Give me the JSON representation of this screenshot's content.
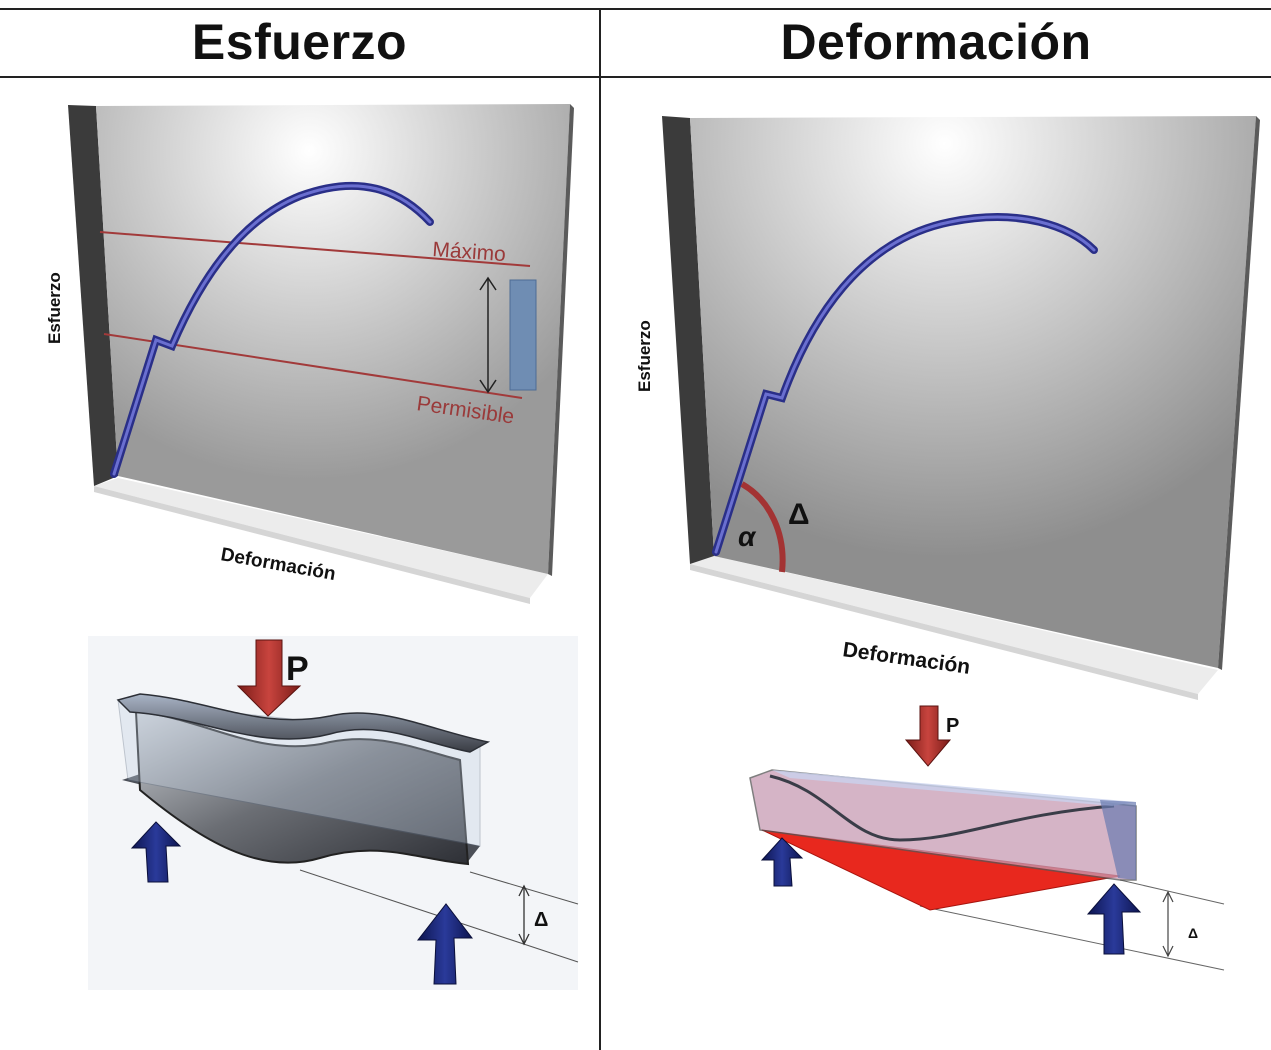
{
  "header": {
    "left_title": "Esfuerzo",
    "right_title": "Deformación"
  },
  "left_panel": {
    "graph": {
      "y_axis_label": "Esfuerzo",
      "x_axis_label": "Deformación",
      "line_max_label": "Máximo",
      "line_allowable_label": "Permisible"
    },
    "beam": {
      "load_label": "P",
      "deflection_symbol": "Δ"
    }
  },
  "right_panel": {
    "graph": {
      "y_axis_label": "Esfuerzo",
      "x_axis_label": "Deformación",
      "angle_symbol": "α",
      "delta_symbol": "Δ"
    },
    "beam": {
      "load_label": "P",
      "deflection_symbol": "Δ"
    }
  },
  "colors": {
    "curve": "#3a3f9e",
    "reference_lines": "#a23a3a",
    "load_arrow": "#b1322e",
    "support_arrow": "#1a237e",
    "deformed_fill": "#e8281e"
  }
}
